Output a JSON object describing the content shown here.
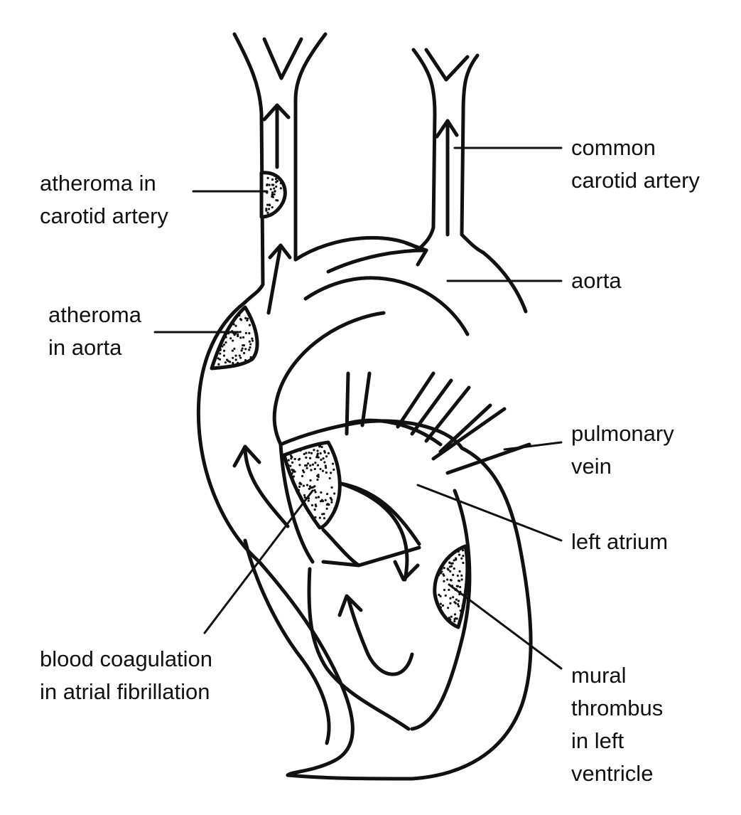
{
  "labels": {
    "atheroma_carotid": [
      "atheroma in",
      "carotid artery"
    ],
    "common_carotid": [
      "common",
      "carotid artery"
    ],
    "aorta": [
      "aorta"
    ],
    "atheroma_aorta": [
      "atheroma",
      "in aorta"
    ],
    "pulmonary_vein": [
      "pulmonary",
      "vein"
    ],
    "left_atrium": [
      "left atrium"
    ],
    "blood_coagulation": [
      "blood coagulation",
      "in atrial fibrillation"
    ],
    "mural_thrombus": [
      "mural",
      "thrombus",
      "in left",
      "ventricle"
    ]
  },
  "colors": {
    "ink": "#111111",
    "background": "#ffffff"
  }
}
